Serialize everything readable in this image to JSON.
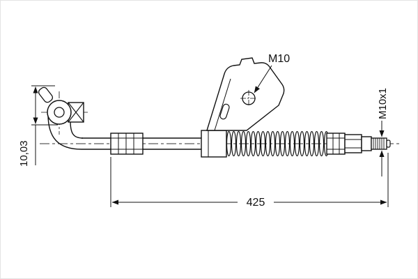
{
  "drawing": {
    "labels": {
      "bracket_thread": "M10",
      "end_thread": "M10x1",
      "hose_diameter": "10,03",
      "hose_length": "425"
    }
  }
}
